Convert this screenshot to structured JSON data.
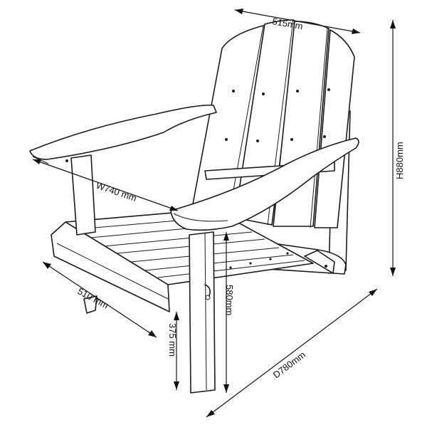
{
  "dimensions": {
    "seat_width": "515mm",
    "height": "H880mm",
    "overall_width": "W740 mm",
    "seat_depth": "510 mm",
    "seat_height": "580mm",
    "front_height": "375 mm",
    "depth": "D780mm"
  }
}
